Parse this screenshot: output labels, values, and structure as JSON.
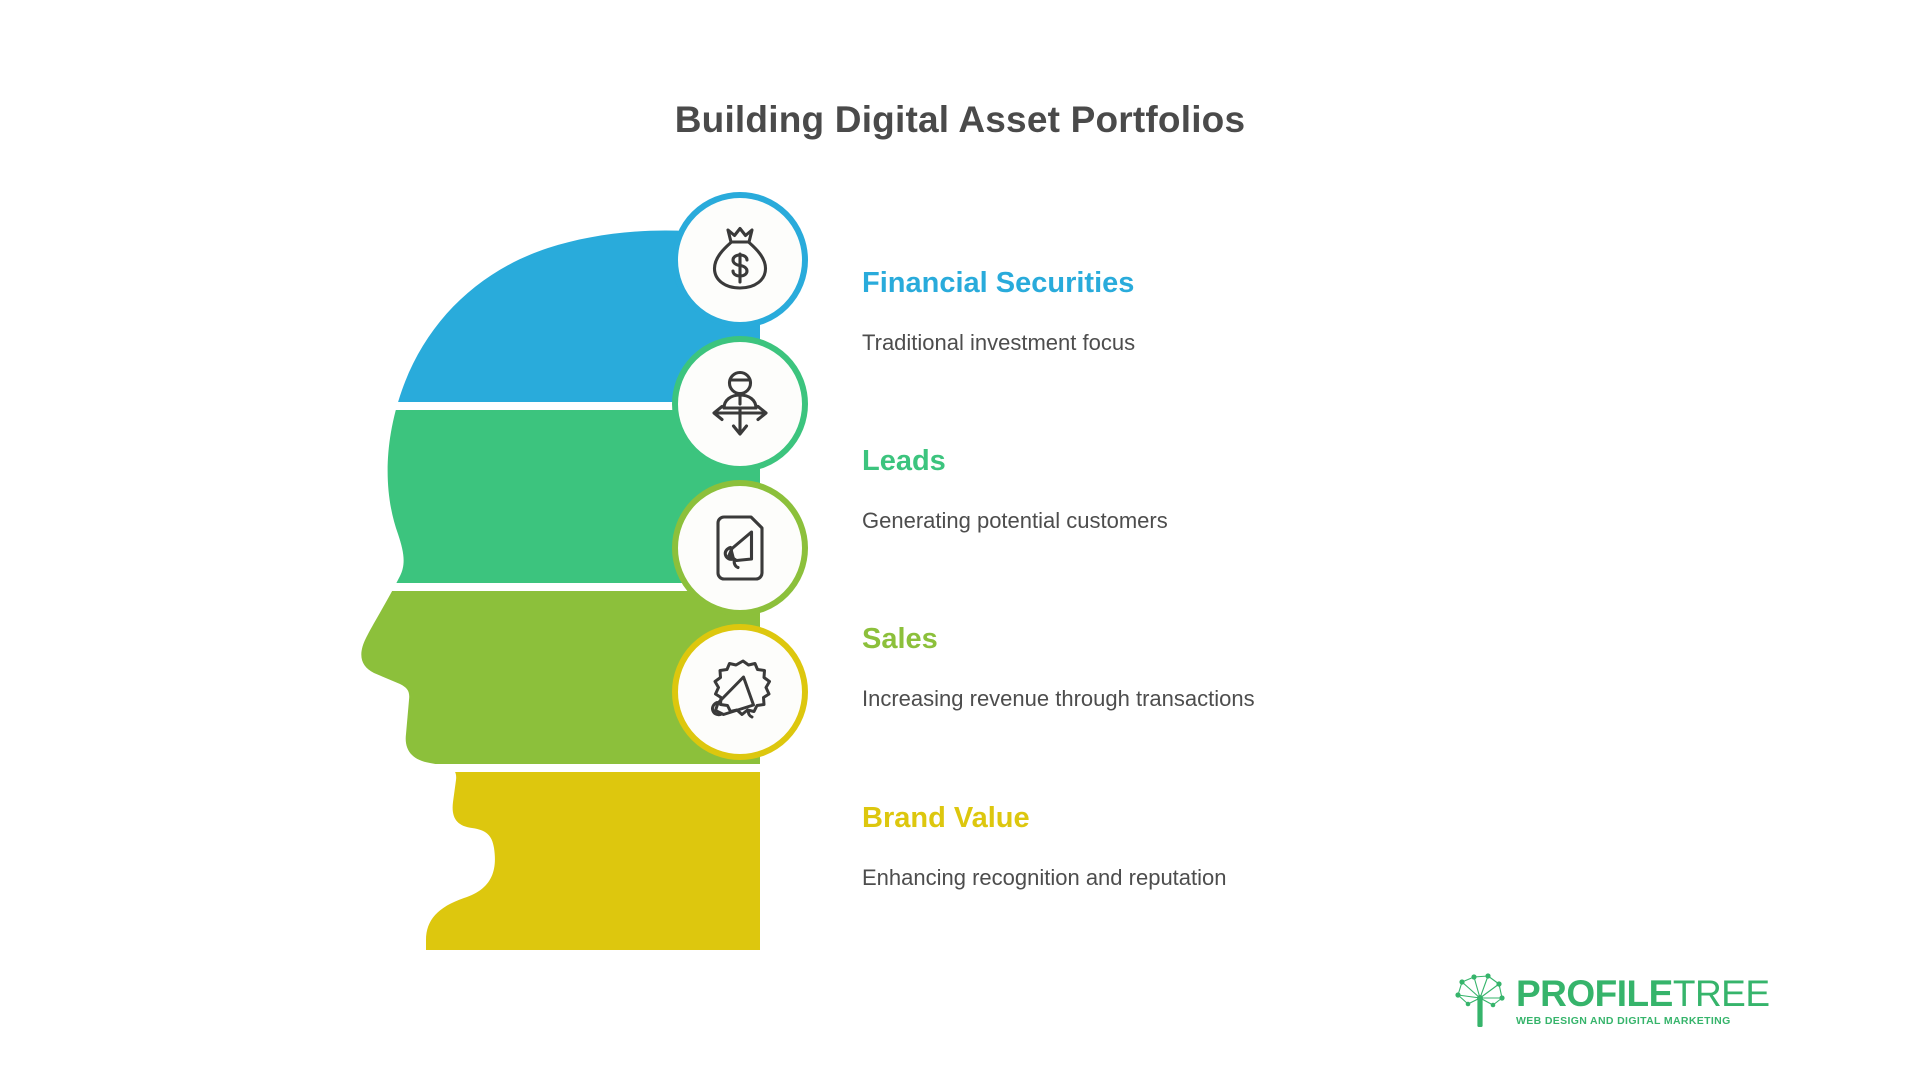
{
  "title": "Building Digital Asset Portfolios",
  "colors": {
    "financial_blue": "#29abdb",
    "leads_green": "#3cc47e",
    "sales_olive": "#8cc03b",
    "brand_yellow": "#ddc70e",
    "title_gray": "#4a4a4a",
    "body_gray": "#4d4d4d",
    "logo_green": "#36b46b"
  },
  "sections": [
    {
      "title": "Financial Securities",
      "description": "Traditional investment focus",
      "color": "#29abdb",
      "icon": "money-bag-dollar-icon"
    },
    {
      "title": "Leads",
      "description": "Generating potential customers",
      "color": "#3cc47e",
      "icon": "person-expand-arrows-icon"
    },
    {
      "title": "Sales",
      "description": "Increasing revenue through transactions",
      "color": "#8cc03b",
      "icon": "document-megaphone-icon"
    },
    {
      "title": "Brand Value",
      "description": "Enhancing recognition and reputation",
      "color": "#ddc70e",
      "icon": "starburst-megaphone-icon"
    }
  ],
  "logo": {
    "word_bold": "PROFILE",
    "word_light": "TREE",
    "tagline": "WEB DESIGN AND DIGITAL MARKETING",
    "mark": "network-tree-icon"
  }
}
